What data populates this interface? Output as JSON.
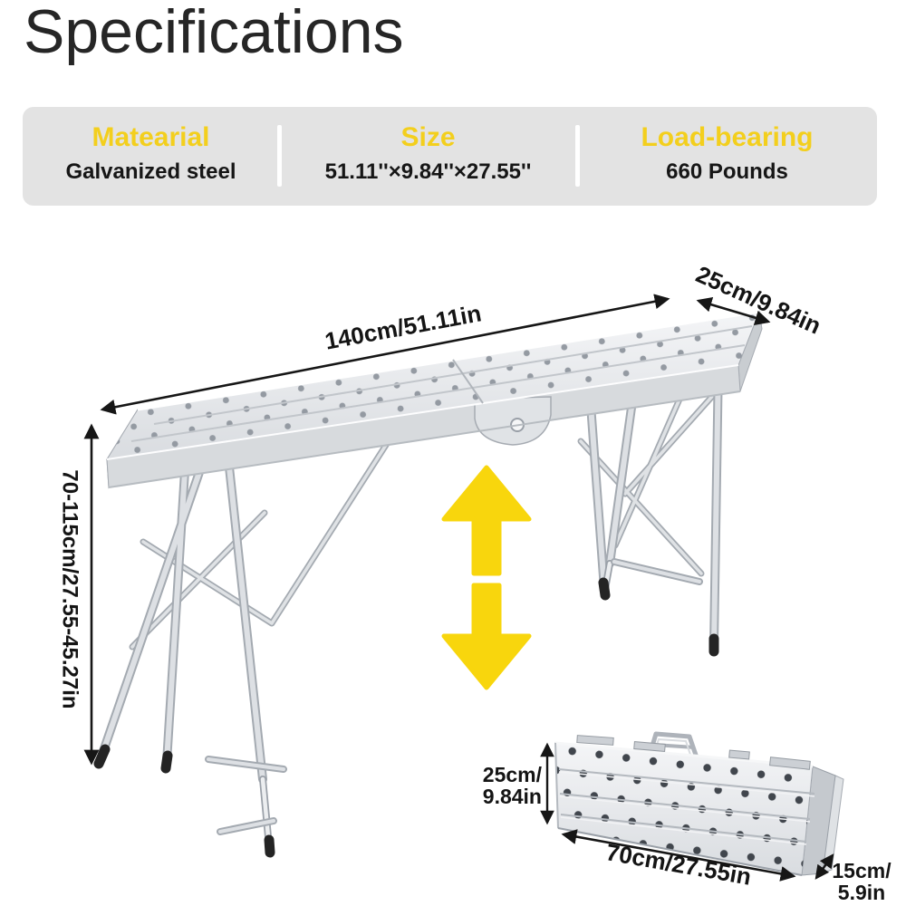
{
  "title": "Specifications",
  "spec_bar": {
    "columns": [
      {
        "label": "Matearial",
        "value": "Galvanized steel"
      },
      {
        "label": "Size",
        "value": "51.11''×9.84''×27.55''"
      },
      {
        "label": "Load-bearing",
        "value": "660 Pounds"
      }
    ]
  },
  "main_diagram": {
    "length_label": "140cm/51.11in",
    "depth_label": "25cm/9.84in",
    "height_label": "70-115cm/27.55-45.27in"
  },
  "folded_diagram": {
    "height_line1": "25cm/",
    "height_line2": "9.84in",
    "length_label": "70cm/27.55in",
    "depth_line1": "15cm/",
    "depth_line2": "5.9in"
  },
  "colors": {
    "bar_bg": "#e3e3e3",
    "header_yellow": "#f3cf1d",
    "arrow_yellow": "#f8d60d",
    "ink": "#161616"
  }
}
